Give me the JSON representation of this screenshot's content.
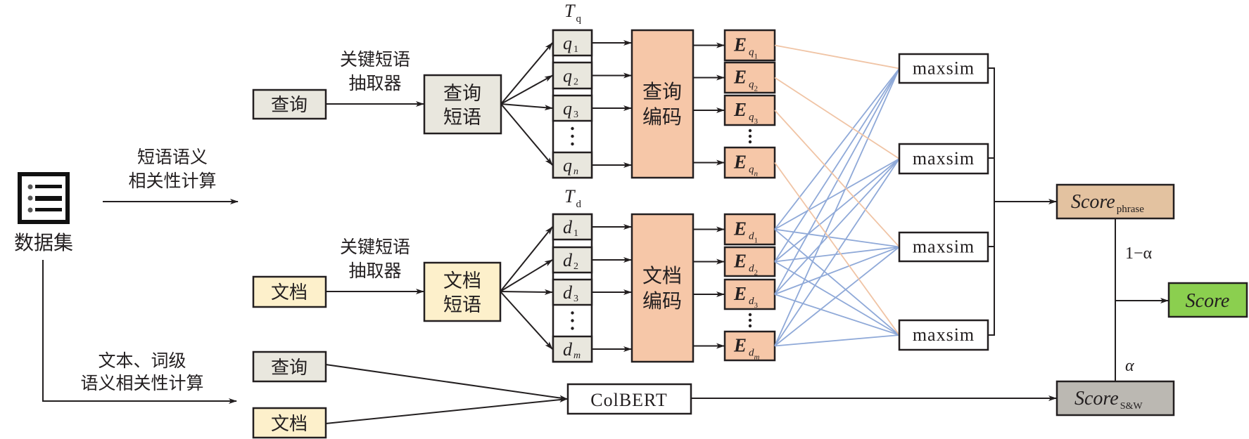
{
  "colors": {
    "query_box": "#e9e7de",
    "doc_box": "#fdf0cb",
    "encoder": "#f6c7a8",
    "embedding": "#f6c7a8",
    "token": "#e9e7de",
    "maxsim": "#ffffff",
    "score_phrase": "#e3c2a0",
    "score_sw": "#bbb8b2",
    "score_final": "#8bcf4f",
    "query_link": "#f0c4a5",
    "doc_link": "#8fa9d8",
    "stroke": "#231f20"
  },
  "dataset": {
    "icon": "list-document-icon",
    "label": "数据集"
  },
  "branches": {
    "phrase_label": [
      "短语语义",
      "相关性计算"
    ],
    "text_word_label": [
      "文本、词级",
      "语义相关性计算"
    ]
  },
  "query_path": {
    "input_label": "查询",
    "extractor_label": [
      "关键短语",
      "抽取器"
    ],
    "phrase_label": [
      "查询",
      "短语"
    ],
    "token_set_label": "T",
    "token_set_sub": "q",
    "tokens": [
      {
        "base": "q",
        "sub": "1"
      },
      {
        "base": "q",
        "sub": "2"
      },
      {
        "base": "q",
        "sub": "3"
      },
      {
        "base": "⋮",
        "sub": ""
      },
      {
        "base": "q",
        "sub": "n"
      }
    ],
    "encoder_label": [
      "查询",
      "编码"
    ],
    "embeddings": [
      {
        "base": "E",
        "sub": "q",
        "subsub": "1"
      },
      {
        "base": "E",
        "sub": "q",
        "subsub": "2"
      },
      {
        "base": "E",
        "sub": "q",
        "subsub": "3"
      },
      {
        "base": "E",
        "sub": "q",
        "subsub": "n"
      }
    ]
  },
  "doc_path": {
    "input_label": "文档",
    "extractor_label": [
      "关键短语",
      "抽取器"
    ],
    "phrase_label": [
      "文档",
      "短语"
    ],
    "token_set_label": "T",
    "token_set_sub": "d",
    "tokens": [
      {
        "base": "d",
        "sub": "1"
      },
      {
        "base": "d",
        "sub": "2"
      },
      {
        "base": "d",
        "sub": "3"
      },
      {
        "base": "⋮",
        "sub": ""
      },
      {
        "base": "d",
        "sub": "m"
      }
    ],
    "encoder_label": [
      "文档",
      "编码"
    ],
    "embeddings": [
      {
        "base": "E",
        "sub": "d",
        "subsub": "1"
      },
      {
        "base": "E",
        "sub": "d",
        "subsub": "2"
      },
      {
        "base": "E",
        "sub": "d",
        "subsub": "3"
      },
      {
        "base": "E",
        "sub": "d",
        "subsub": "m"
      }
    ]
  },
  "maxsim": [
    "maxsim",
    "maxsim",
    "maxsim",
    "maxsim"
  ],
  "colbert": {
    "query_label": "查询",
    "doc_label": "文档",
    "model_label": "ColBERT"
  },
  "scores": {
    "phrase": {
      "base": "Score",
      "sub": "phrase"
    },
    "sw": {
      "base": "Score",
      "sub": "S&W"
    },
    "final": "Score",
    "weight_phrase": "1−α",
    "weight_sw": "α"
  }
}
